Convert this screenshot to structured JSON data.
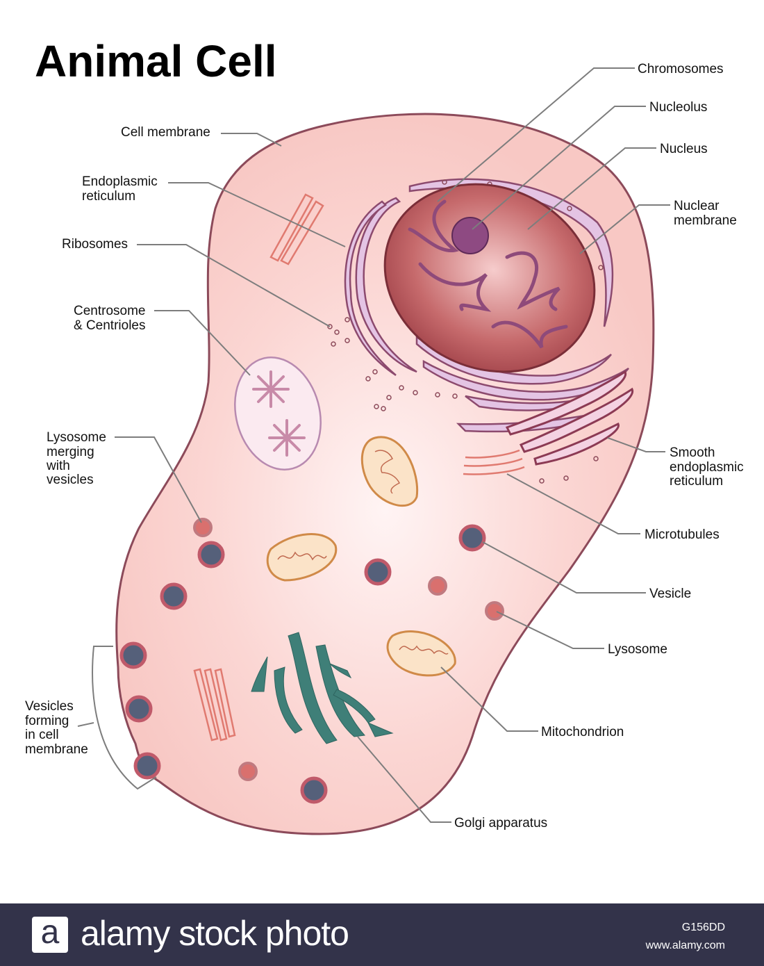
{
  "title": "Animal Cell",
  "labels": {
    "chromosomes": "Chromosomes",
    "nucleolus": "Nucleolus",
    "nucleus": "Nucleus",
    "nuclear_membrane": [
      "Nuclear",
      "membrane"
    ],
    "smooth_er": [
      "Smooth",
      "endoplasmic",
      "reticulum"
    ],
    "microtubules": "Microtubules",
    "vesicle": "Vesicle",
    "lysosome": "Lysosome",
    "mitochondrion": "Mitochondrion",
    "golgi": "Golgi apparatus",
    "cell_membrane": "Cell membrane",
    "er": [
      "Endoplasmic",
      "reticulum"
    ],
    "ribosomes": "Ribosomes",
    "centrosome": [
      "Centrosome",
      "& Centrioles"
    ],
    "lysosome_merging": [
      "Lysosome",
      "merging",
      "with",
      "vesicles"
    ],
    "vesicles_forming": [
      "Vesicles",
      "forming",
      "in cell",
      "membrane"
    ]
  },
  "colors": {
    "cytoplasm": "#fbd3d0",
    "membrane": "#8c4a5a",
    "nucleus": "#b8545a",
    "er": "#a86e9a",
    "golgi": "#3f7f78",
    "mitochondrion": "#d8904a",
    "vesicle": "#55607a",
    "lysosome": "#d9706e",
    "footer": "#33334a"
  },
  "footer": {
    "logo_letter": "a",
    "brand": "alamy stock photo",
    "image_code": "G156DD",
    "site": "www.alamy.com"
  }
}
